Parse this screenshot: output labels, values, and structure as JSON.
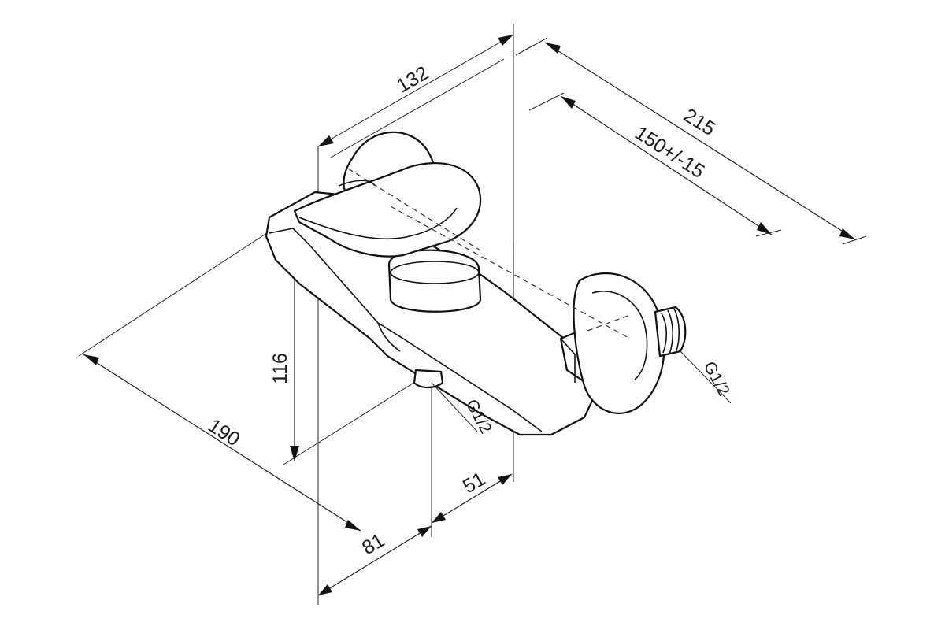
{
  "drawing": {
    "dimensions": {
      "d132": "132",
      "d215": "215",
      "d150": "150+/-15",
      "d116": "116",
      "d190": "190",
      "d51": "51",
      "d81": "81"
    },
    "threads": {
      "bottom_inlet": "G1/2",
      "side_inlet": "G1/2"
    }
  }
}
